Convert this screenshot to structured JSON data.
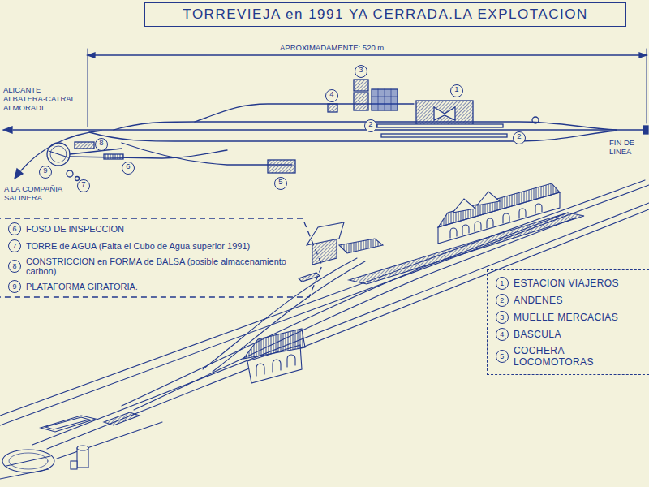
{
  "diagram": {
    "title": "TORREVIEJA en 1991 YA CERRADA.LA EXPLOTACION",
    "nodes": [
      {
        "text": [
          "6",
          "FOSO DE INSPECCION",
          "7",
          "TORRE de AGUA (Falta el Cubo de Agua superior 1991)",
          "8",
          "CONSTRICCION en FORMA de BALSA (posible almacenamiento carbon)",
          "9",
          "PLATAFORMA GIRATORIA."
        ]
      },
      {
        "text": [
          "1",
          "ESTACION VIAJEROS",
          "2",
          "ANDENES",
          "3",
          "MUELLE MERCACIAS",
          "4",
          "BASCULA",
          "5",
          "COCHERA LOCOMOTORAS"
        ]
      }
    ],
    "labels": [
      "APROXIMADAMENTE: 520 m.",
      "ALICANTE ALBATERA-CATRAL ALMORADI",
      "FIN DE LINEA",
      "A LA COMPAÑIA SALINERA",
      "3",
      "1",
      "4",
      "2",
      "2",
      "8",
      "6",
      "9",
      "7",
      "5"
    ]
  }
}
